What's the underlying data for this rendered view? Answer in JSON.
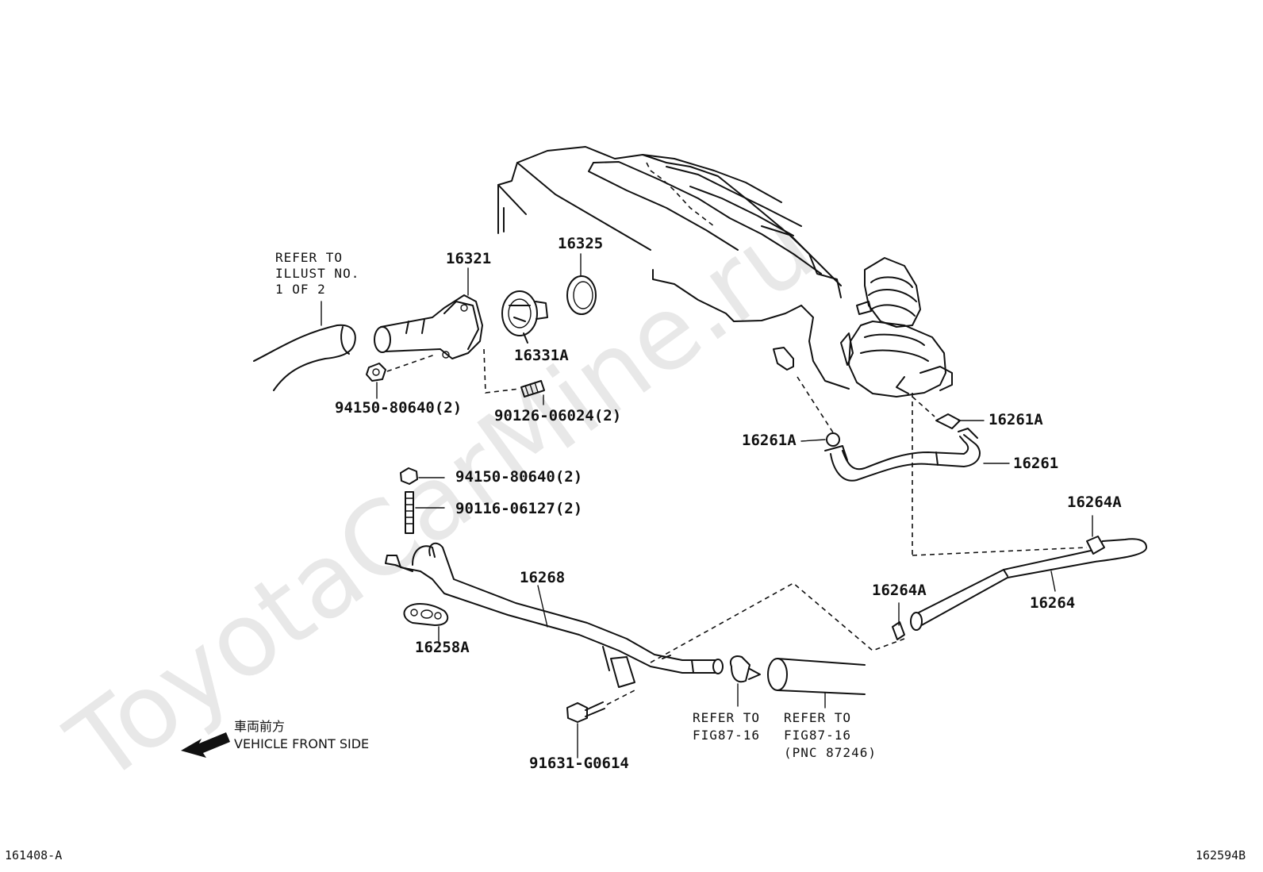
{
  "watermark": "ToyotaCarMine.ru",
  "parts": {
    "p16321": "16321",
    "p16325": "16325",
    "p16331A": "16331A",
    "p94150_top": "94150-80640(2)",
    "p90126": "90126-06024(2)",
    "p16261A_left": "16261A",
    "p16261A_right": "16261A",
    "p16261": "16261",
    "p94150_mid": "94150-80640(2)",
    "p90116": "90116-06127(2)",
    "p16268": "16268",
    "p16258A": "16258A",
    "p16264A_top": "16264A",
    "p16264A_mid": "16264A",
    "p16264": "16264",
    "p91631": "91631-G0614"
  },
  "notes": {
    "refer_illust": [
      "REFER TO",
      "ILLUST NO.",
      "1 OF 2"
    ],
    "refer_fig1": [
      "REFER TO",
      "FIG87-16"
    ],
    "refer_fig2": [
      "REFER TO",
      "FIG87-16",
      "(PNC 87246)"
    ]
  },
  "direction": {
    "jp": "車両前方",
    "en": "VEHICLE FRONT SIDE"
  },
  "corners": {
    "bottom_left": "161408-A",
    "bottom_right": "162594B"
  }
}
